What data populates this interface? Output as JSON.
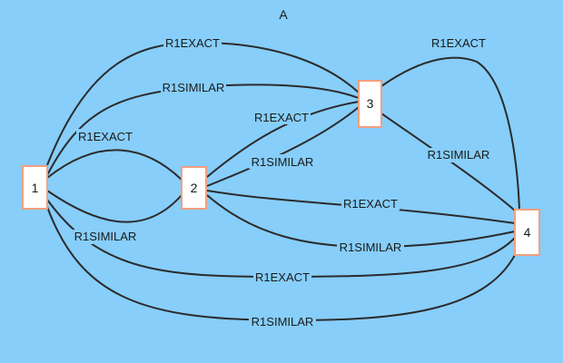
{
  "title": "A",
  "colors": {
    "background": "#87cefa",
    "edge": "#2b2b2b",
    "node_border": "#f0a080",
    "node_fill": "#ffffff"
  },
  "nodes": [
    {
      "id": "1",
      "label": "1"
    },
    {
      "id": "2",
      "label": "2"
    },
    {
      "id": "3",
      "label": "3"
    },
    {
      "id": "4",
      "label": "4"
    }
  ],
  "edges": [
    {
      "from": "1",
      "to": "3",
      "label": "R1EXACT"
    },
    {
      "from": "1",
      "to": "3",
      "label": "R1SIMILAR"
    },
    {
      "from": "1",
      "to": "2",
      "label": "R1EXACT"
    },
    {
      "from": "1",
      "to": "2",
      "label": "R1SIMILAR"
    },
    {
      "from": "2",
      "to": "3",
      "label": "R1EXACT"
    },
    {
      "from": "2",
      "to": "3",
      "label": "R1SIMILAR"
    },
    {
      "from": "2",
      "to": "4",
      "label": "R1EXACT"
    },
    {
      "from": "2",
      "to": "4",
      "label": "R1SIMILAR"
    },
    {
      "from": "3",
      "to": "4",
      "label": "R1EXACT"
    },
    {
      "from": "3",
      "to": "4",
      "label": "R1SIMILAR"
    },
    {
      "from": "1",
      "to": "4",
      "label": "R1EXACT"
    },
    {
      "from": "1",
      "to": "4",
      "label": "R1SIMILAR"
    }
  ]
}
